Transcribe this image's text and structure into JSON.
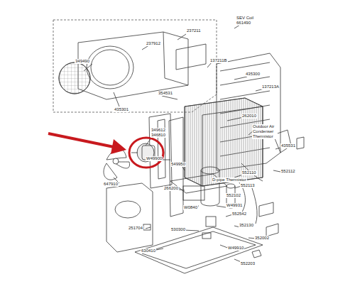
{
  "diagram": {
    "labels": [
      "237211",
      "237912",
      "349490",
      "435301",
      "SEV Coil",
      "661490",
      "137211B",
      "435300",
      "137213A",
      "354531",
      "262010",
      "Outdoor Air Condenser Thermistor",
      "346810",
      "349612",
      "W49900",
      "549950",
      "552110",
      "D-pipe Thermistor",
      "552113",
      "552112",
      "435531",
      "647910",
      "266200",
      "W0840",
      "552102",
      "W49931",
      "552542",
      "352130",
      "530300",
      "W49910",
      "552203",
      "352002",
      "251704",
      "630410"
    ]
  }
}
